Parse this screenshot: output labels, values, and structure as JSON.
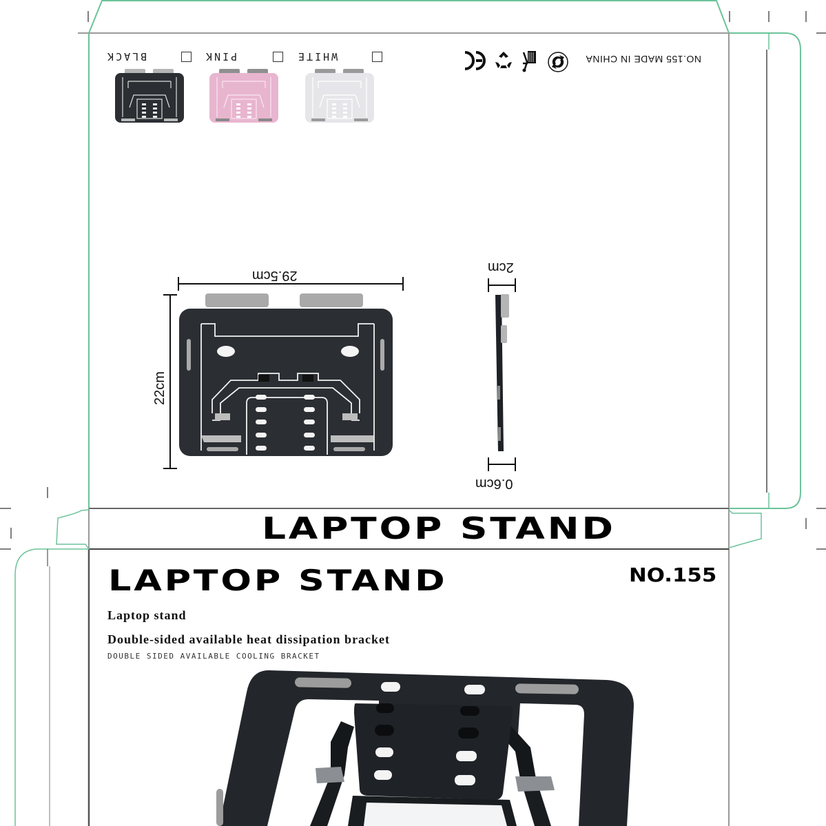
{
  "colors": {
    "dieline_green": "#6cc39a",
    "fold_gray": "#9a9a9a",
    "panel_border": "#555555",
    "stand_black": "#2b2f33",
    "stand_pink": "#e8b5cf",
    "stand_white": "#e6e6ea",
    "silicone_gray": "#a9a9a9"
  },
  "top_panel": {
    "orientation": "rotated 180deg",
    "color_options": [
      {
        "label": "BLACK",
        "checked": false
      },
      {
        "label": "PINK",
        "checked": false
      },
      {
        "label": "WHITE",
        "checked": false
      }
    ],
    "made_in": "NO.155  MADE IN CHINA",
    "cert_icons": [
      "ce-mark-icon",
      "recycle-icon",
      "trash-bin-person-icon",
      "green-dot-icon"
    ],
    "dimensions": {
      "width": "29.5cm",
      "height": "22cm",
      "thickness_top": "2cm",
      "thickness_bottom": "0.6cm"
    }
  },
  "side_panel": {
    "title": "LAPTOP STAND"
  },
  "front_panel": {
    "title": "LAPTOP STAND",
    "model_no": "NO.155",
    "subtitle": "Laptop stand",
    "description": "Double-sided available heat dissipation bracket",
    "tagline": "DOUBLE SIDED AVAILABLE COOLING BRACKET"
  }
}
